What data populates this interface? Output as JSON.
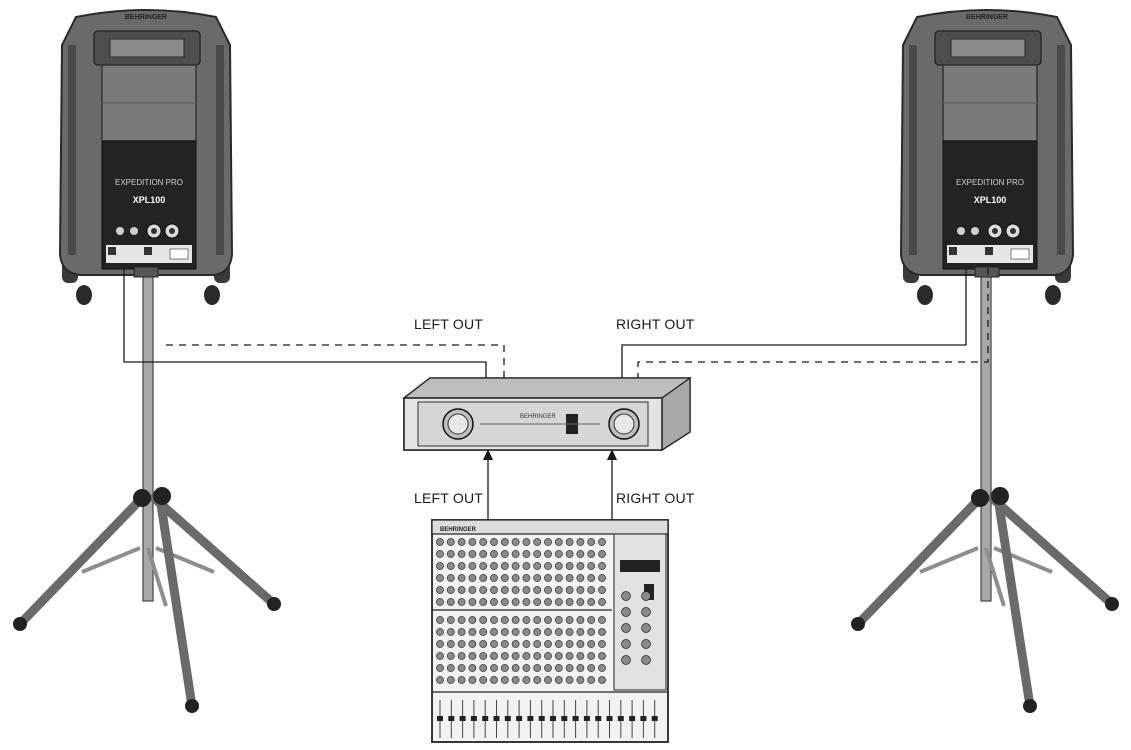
{
  "speaker_left": {
    "brand": "BEHRINGER",
    "series": "EXPEDITION PRO",
    "model": "XPL100"
  },
  "speaker_right": {
    "brand": "BEHRINGER",
    "series": "EXPEDITION PRO",
    "model": "XPL100"
  },
  "amp_outputs": {
    "left": "LEFT OUT",
    "right": "RIGHT OUT"
  },
  "mixer_outputs": {
    "left": "LEFT OUT",
    "right": "RIGHT OUT"
  },
  "mixer": {
    "brand": "BEHRINGER"
  },
  "amplifier": {
    "brand": "BEHRINGER"
  },
  "colors": {
    "line": "#1a1a1a",
    "speaker_body": "#5a5a5a",
    "speaker_panel": "#222222",
    "stand": "#9a9a9a"
  }
}
